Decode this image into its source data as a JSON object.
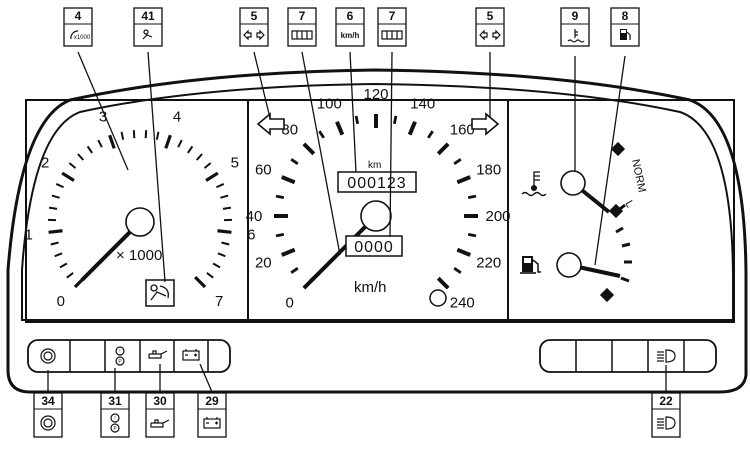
{
  "callouts_top": [
    {
      "number": "4",
      "icon": "tachometer-x1000-icon"
    },
    {
      "number": "41",
      "icon": "airbag-person-icon"
    },
    {
      "number": "5",
      "icon": "turn-arrows-icon"
    },
    {
      "number": "7",
      "icon": "odometer-digits-icon"
    },
    {
      "number": "6",
      "icon": "kmh-text-icon",
      "text": "km/h"
    },
    {
      "number": "7",
      "icon": "odometer-digits-icon"
    },
    {
      "number": "5",
      "icon": "turn-arrows-icon"
    },
    {
      "number": "9",
      "icon": "coolant-temp-icon"
    },
    {
      "number": "8",
      "icon": "fuel-pump-icon"
    }
  ],
  "callouts_bottom": [
    {
      "number": "34",
      "icon": "brake-pad-wear-icon"
    },
    {
      "number": "31",
      "icon": "brake-warning-icon"
    },
    {
      "number": "30",
      "icon": "oil-can-icon"
    },
    {
      "number": "29",
      "icon": "battery-icon"
    },
    {
      "number": "22",
      "icon": "headlight-icon"
    }
  ],
  "tachometer": {
    "labels": [
      "0",
      "1",
      "2",
      "3",
      "4",
      "5",
      "6",
      "7"
    ],
    "unit": "× 1000"
  },
  "speedometer": {
    "labels": [
      "0",
      "20",
      "40",
      "60",
      "80",
      "100",
      "120",
      "140",
      "160",
      "180",
      "200",
      "220",
      "240"
    ],
    "unit": "km/h",
    "odometer_label": "km",
    "odometer_value": "000123",
    "trip_value": "0000"
  },
  "gauges": {
    "temp_label": "NORM"
  }
}
